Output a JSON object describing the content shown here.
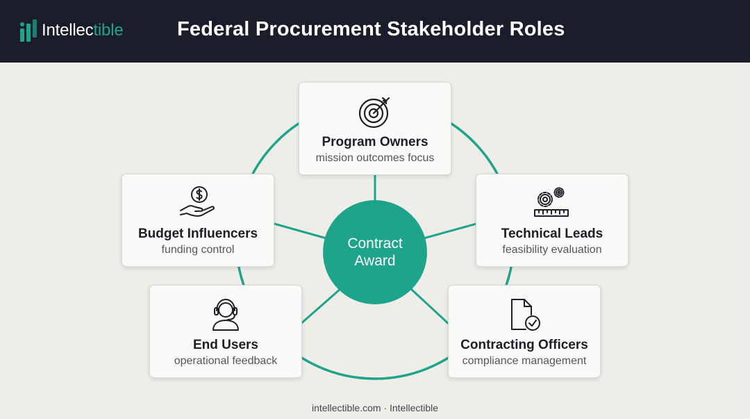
{
  "header": {
    "logo_text_main": "Intellec",
    "logo_text_accent": "tible",
    "title": "Federal Procurement Stakeholder Roles"
  },
  "colors": {
    "accent": "#1fa48c",
    "header_bg": "#1c1d2a",
    "page_bg": "#eeede8",
    "card_bg": "#f9f9f7"
  },
  "hub": {
    "label": "Contract Award"
  },
  "stakeholders": [
    {
      "title": "Program Owners",
      "subtitle": "mission outcomes focus",
      "icon": "target-icon"
    },
    {
      "title": "Budget Influencers",
      "subtitle": "funding control",
      "icon": "hand-dollar-icon"
    },
    {
      "title": "Technical Leads",
      "subtitle": "feasibility evaluation",
      "icon": "gears-ruler-icon"
    },
    {
      "title": "End Users",
      "subtitle": "operational feedback",
      "icon": "headset-user-icon"
    },
    {
      "title": "Contracting Officers",
      "subtitle": "compliance management",
      "icon": "document-check-icon"
    }
  ],
  "footer": {
    "text": "intellectible.com · Intellectible"
  }
}
